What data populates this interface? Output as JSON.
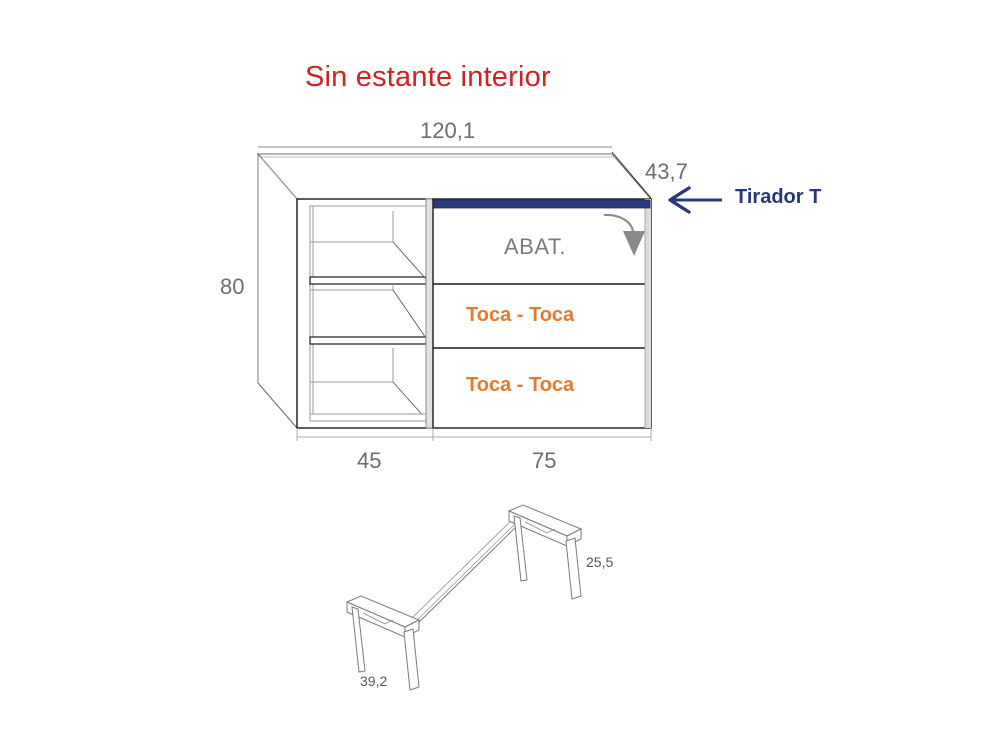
{
  "title": "Sin estante interior",
  "colors": {
    "title_red": "#cf2222",
    "dimension_gray": "#6d6d6d",
    "handle_blue": "#2b3b7e",
    "annotation_blue": "#28377a",
    "toca_orange": "#e8792a",
    "abat_gray": "#7a7a7a",
    "line_gray": "#9a9a9a",
    "line_black": "#1a1a1a"
  },
  "cabinet": {
    "dimensions": {
      "width": "120,1",
      "depth": "43,7",
      "height": "80",
      "left_section_width": "45",
      "right_section_width": "75"
    },
    "compartments": {
      "flap_label": "ABAT.",
      "drawer_top_label": "Toca - Toca",
      "drawer_bottom_label": "Toca - Toca"
    },
    "handle": {
      "label": "Tirador T"
    }
  },
  "legs": {
    "height": "25,5",
    "width": "39,2"
  },
  "icons": {
    "flap_arrow": "curved-down-arrow-icon",
    "handle_pointer": "left-arrow-icon"
  }
}
